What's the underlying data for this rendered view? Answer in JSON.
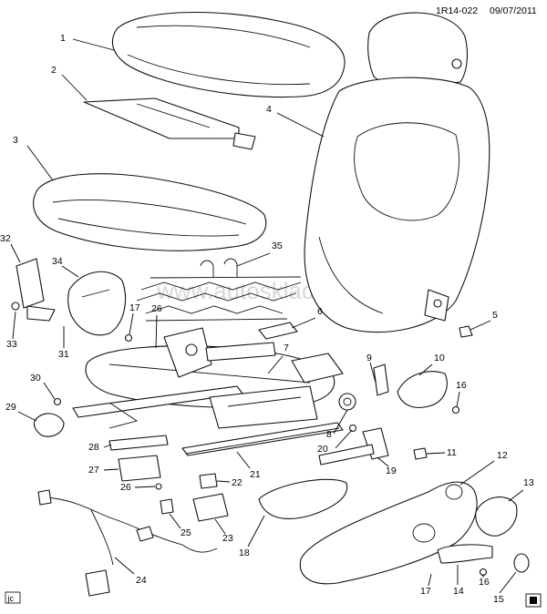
{
  "header": {
    "code": "1R14-022",
    "date": "09/07/2011"
  },
  "watermark": "www.autosklad.ru",
  "corner_tag": "jc",
  "callouts": [
    {
      "id": "c1",
      "label": "1"
    },
    {
      "id": "c2",
      "label": "2"
    },
    {
      "id": "c3",
      "label": "3"
    },
    {
      "id": "c4",
      "label": "4"
    },
    {
      "id": "c5",
      "label": "5"
    },
    {
      "id": "c6",
      "label": "6"
    },
    {
      "id": "c7",
      "label": "7"
    },
    {
      "id": "c8",
      "label": "8"
    },
    {
      "id": "c9",
      "label": "9"
    },
    {
      "id": "c10",
      "label": "10"
    },
    {
      "id": "c11",
      "label": "11"
    },
    {
      "id": "c12",
      "label": "12"
    },
    {
      "id": "c13",
      "label": "13"
    },
    {
      "id": "c14",
      "label": "14"
    },
    {
      "id": "c15",
      "label": "15"
    },
    {
      "id": "c16a",
      "label": "16"
    },
    {
      "id": "c16b",
      "label": "16"
    },
    {
      "id": "c17a",
      "label": "17"
    },
    {
      "id": "c17b",
      "label": "17"
    },
    {
      "id": "c18",
      "label": "18"
    },
    {
      "id": "c19",
      "label": "19"
    },
    {
      "id": "c20",
      "label": "20"
    },
    {
      "id": "c21",
      "label": "21"
    },
    {
      "id": "c22",
      "label": "22"
    },
    {
      "id": "c23",
      "label": "23"
    },
    {
      "id": "c24",
      "label": "24"
    },
    {
      "id": "c25",
      "label": "25"
    },
    {
      "id": "c26a",
      "label": "26"
    },
    {
      "id": "c26b",
      "label": "26"
    },
    {
      "id": "c27",
      "label": "27"
    },
    {
      "id": "c28",
      "label": "28"
    },
    {
      "id": "c29",
      "label": "29"
    },
    {
      "id": "c30",
      "label": "30"
    },
    {
      "id": "c31",
      "label": "31"
    },
    {
      "id": "c32",
      "label": "32"
    },
    {
      "id": "c33",
      "label": "33"
    },
    {
      "id": "c34",
      "label": "34"
    },
    {
      "id": "c35",
      "label": "35"
    }
  ]
}
